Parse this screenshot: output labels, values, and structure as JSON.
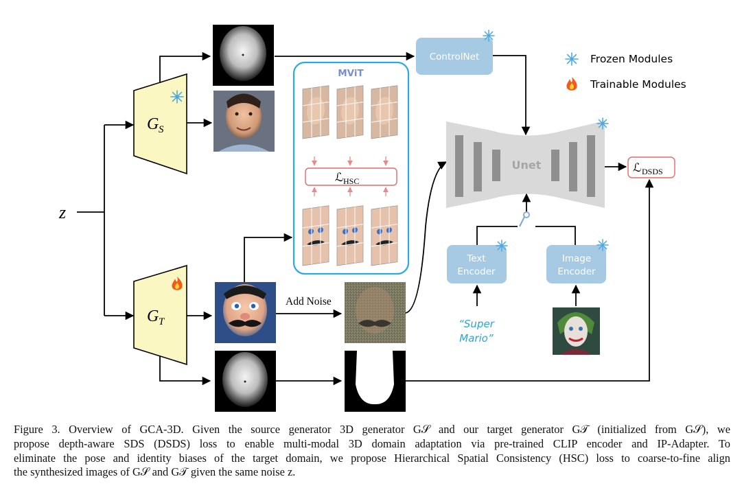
{
  "figure": {
    "z_label": "z",
    "gs_label": "G",
    "gs_sub": "S",
    "gt_label": "G",
    "gt_sub": "T",
    "mvit_title": "MViT",
    "hsc_label": "ℒ",
    "hsc_sub": "HSC",
    "controlnet_label": "ControlNet",
    "unet_label": "Unet",
    "dsds_label": "ℒ",
    "dsds_sub": "DSDS",
    "text_encoder_label": [
      "Text",
      "Encoder"
    ],
    "image_encoder_label": [
      "Image",
      "Encoder"
    ],
    "prompt_text": [
      "“Super",
      "Mario”"
    ],
    "add_noise_label": "Add Noise",
    "legend": {
      "frozen": "Frozen Modules",
      "trainable": "Trainable Modules"
    },
    "colors": {
      "generator_fill": "#fbf7c3",
      "module_fill": "#a6c9e4",
      "mvit_border": "#2aa9e0",
      "mvit_title": "#7a8fd0",
      "loss_border": "#e06a6a",
      "hsc_arrow": "#e58a8a",
      "unet_fill": "#d9d9d9",
      "unet_bars": "#8f8f8f",
      "prompt_color": "#28a7d8",
      "snowflake": "#4aa8e0",
      "flame": "#f05a1a"
    }
  },
  "caption": {
    "lines": [
      "Figure 3. Overview of GCA-3D. Given the source generator 3D generator G𝒮 and our target generator G𝒯 (initialized from G𝒮), we",
      "propose depth-aware SDS (DSDS) loss to enable multi-modal 3D domain adaptation via pre-trained CLIP encoder and IP-Adapter. To",
      "eliminate the pose and identity biases of the target domain, we propose Hierarchical Spatial Consistency (HSC) loss to coarse-to-fine align",
      "the synthesized images of G𝒮 and G𝒯 given the same noise z."
    ]
  }
}
